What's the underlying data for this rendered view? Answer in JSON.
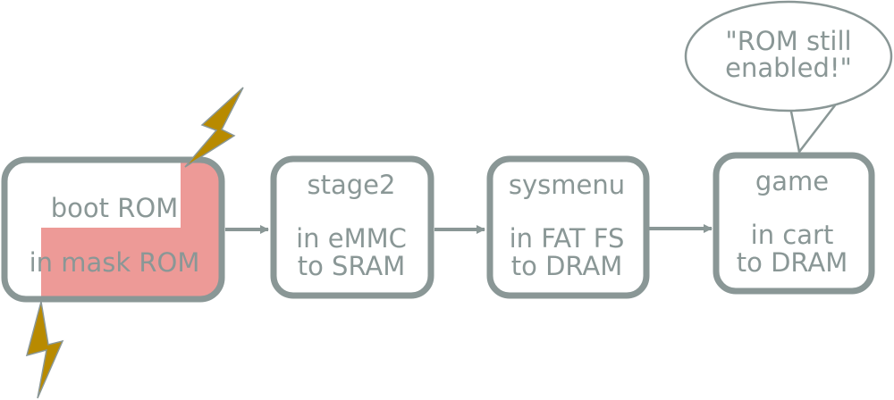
{
  "colors": {
    "stroke": "#8a9796",
    "text": "#8a9796",
    "highlight": "#ed9a97",
    "bolt_fill": "#b88a00",
    "background": "#ffffff"
  },
  "nodes": {
    "boot": {
      "line1": "boot ROM",
      "line2": "in mask ROM"
    },
    "stage2": {
      "line1": "stage2",
      "line2": "in eMMC",
      "line3": "to SRAM"
    },
    "sysmenu": {
      "line1": "sysmenu",
      "line2": "in FAT FS",
      "line3": "to DRAM"
    },
    "game": {
      "line1": "game",
      "line2": "in cart",
      "line3": "to DRAM"
    }
  },
  "callout": {
    "line1": "\"ROM still",
    "line2": "enabled!\""
  },
  "icons": [
    "lightning-bolt-icon",
    "arrow-icon"
  ]
}
